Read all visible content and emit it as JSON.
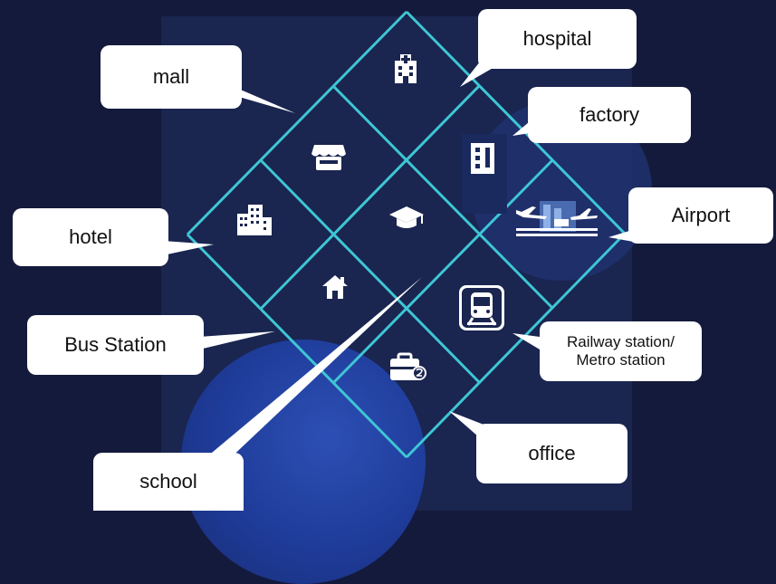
{
  "labels": {
    "hospital": "hospital",
    "mall": "mall",
    "factory": "factory",
    "hotel": "hotel",
    "airport": "Airport",
    "bus_station": "Bus Station",
    "railway_line1": "Railway station/",
    "railway_line2": "Metro station",
    "office": "office",
    "school": "school"
  },
  "colors": {
    "background": "#141a3b",
    "panel": "#1a2550",
    "grid_line": "#3ec6d4",
    "callout": "#ffffff",
    "icon": "#ffffff"
  },
  "icons": [
    "hospital-icon",
    "mall-icon",
    "factory-icon",
    "hotel-icon",
    "school-icon",
    "airport-icon",
    "home-icon",
    "train-icon",
    "office-icon"
  ]
}
